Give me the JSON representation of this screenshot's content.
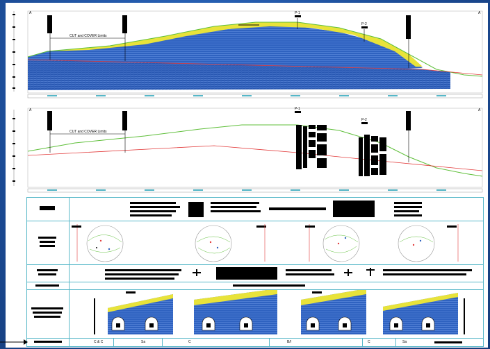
{
  "sections": {
    "top": {
      "corner_left": "A",
      "corner_right": "A",
      "span_label": "CUT and COVER Limits",
      "shaft_labels": [
        "P-1",
        "P-2"
      ]
    },
    "middle": {
      "corner_left": "A",
      "corner_right": "A",
      "span_label": "CUT and COVER Limits",
      "shaft_labels": [
        "P-1",
        "P-2"
      ]
    }
  },
  "bottom_row": {
    "cells": [
      "C & C",
      "Sa",
      "C",
      "B/I",
      "C",
      "Sa"
    ]
  },
  "colors": {
    "background": "#1d4f9c",
    "ground_line": "#5fbf3a",
    "water_table": "#e23b3b",
    "rock_fill": "#2f62c0",
    "overburden_fill": "#e8e33a",
    "table_border": "#56b7c8"
  }
}
